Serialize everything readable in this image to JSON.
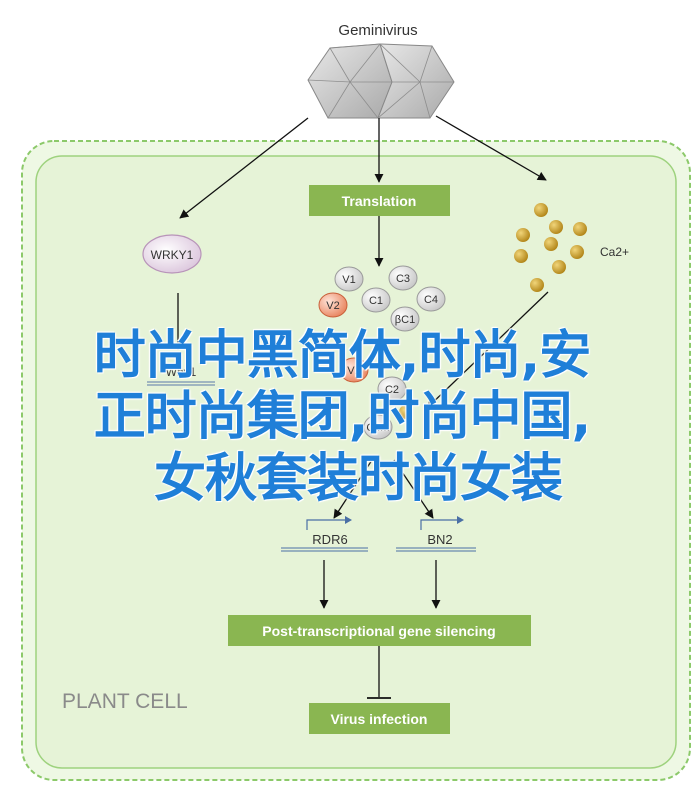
{
  "title": "Geminivirus",
  "panel_label": "PLANT CELL",
  "nodes": {
    "translation": "Translation",
    "wrky1": "WRKY1",
    "why1": "Why1",
    "ca2": "Ca2+",
    "rdr6": "RDR6",
    "bn2": "BN2",
    "ptgs": "Post-transcriptional gene silencing",
    "virus_infection": "Virus infection"
  },
  "proteins": [
    {
      "label": "V1",
      "highlight": false
    },
    {
      "label": "C3",
      "highlight": false
    },
    {
      "label": "V2",
      "highlight": true
    },
    {
      "label": "C1",
      "highlight": false
    },
    {
      "label": "C4",
      "highlight": false
    },
    {
      "label": "βC1",
      "highlight": false
    },
    {
      "label": "V2",
      "highlight": true
    },
    {
      "label": "C2",
      "highlight": false
    },
    {
      "label": "C4m",
      "highlight": false
    }
  ],
  "overlay_text": {
    "line1": "时尚中黑简体,时尚,安",
    "line2": "正时尚集团,时尚中国,",
    "line3": "女秋套装时尚女装"
  },
  "colors": {
    "green_box": "#8ab651",
    "cell_fill": "#e7f4d9",
    "cell_border": "#8cc96a",
    "gold_dot": "#c9a227",
    "overlay_text": "#1f7fd8",
    "v2_fill": "#f2a48a"
  }
}
